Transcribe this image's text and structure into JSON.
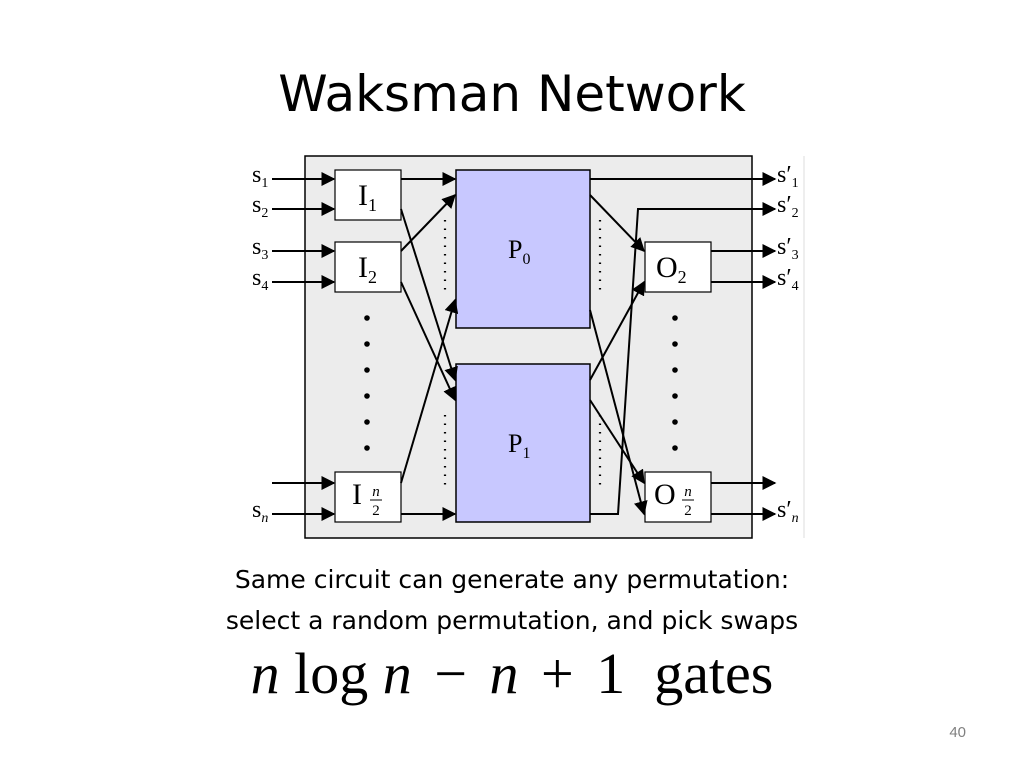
{
  "slide": {
    "title": "Waksman Network",
    "caption_line1": "Same circuit can generate any permutation:",
    "caption_line2": "select a random permutation, and pick swaps",
    "formula": {
      "n1": "n",
      "log": "log",
      "n2": "n",
      "minus": "−",
      "n3": "n",
      "plus": "+",
      "one": "1",
      "gates": "gates"
    },
    "page_number": "40"
  },
  "diagram": {
    "inputs": [
      {
        "base": "s",
        "sub": "1"
      },
      {
        "base": "s",
        "sub": "2"
      },
      {
        "base": "s",
        "sub": "3"
      },
      {
        "base": "s",
        "sub": "4"
      },
      {
        "base": "s",
        "sub": "n"
      }
    ],
    "outputs": [
      {
        "base": "s′",
        "sub": "1"
      },
      {
        "base": "s′",
        "sub": "2"
      },
      {
        "base": "s′",
        "sub": "3"
      },
      {
        "base": "s′",
        "sub": "4"
      },
      {
        "base": "s′",
        "sub": "n"
      }
    ],
    "input_switches": [
      {
        "base": "I",
        "sub": "1"
      },
      {
        "base": "I",
        "sub": "2"
      },
      {
        "base": "I",
        "frac_num": "n",
        "frac_den": "2"
      }
    ],
    "output_switches": [
      {
        "base": "O",
        "sub": "2"
      },
      {
        "base": "O",
        "frac_num": "n",
        "frac_den": "2"
      }
    ],
    "subnetworks": [
      {
        "base": "P",
        "sub": "0"
      },
      {
        "base": "P",
        "sub": "1"
      }
    ],
    "colors": {
      "background": "#ececec",
      "subnetwork_fill": "#c8c8ff",
      "switch_fill": "#ffffff",
      "line": "#000000"
    }
  }
}
